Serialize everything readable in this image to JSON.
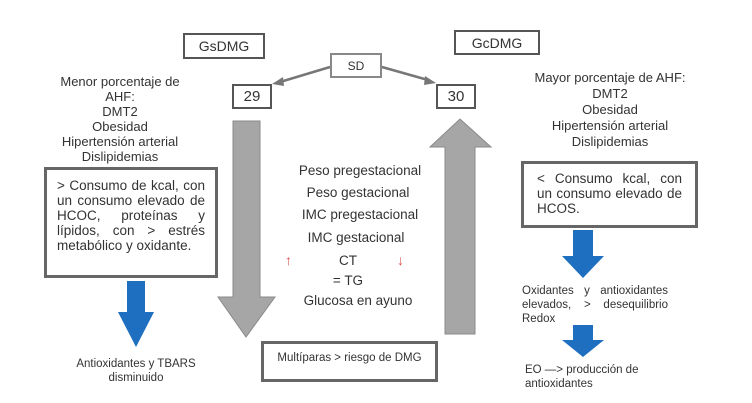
{
  "groups": {
    "left": {
      "title": "GsDMG",
      "count": "29"
    },
    "right": {
      "title": "GcDMG",
      "count": "30"
    },
    "center": {
      "label": "SD"
    }
  },
  "left_ahf": {
    "lines": [
      "Menor porcentaje de",
      "AHF:",
      "DMT2",
      "Obesidad",
      "Hipertensión arterial",
      "Dislipidemias"
    ]
  },
  "right_ahf": {
    "lines": [
      "Mayor porcentaje de AHF:",
      "DMT2",
      "Obesidad",
      "Hipertensión arterial",
      "Dislipidemias"
    ]
  },
  "left_box": {
    "text": "> Consumo de kcal, con un consumo elevado de HCOC, proteínas y lípidos, con > estrés metabólico y oxidante."
  },
  "right_box": {
    "text": "< Consumo kcal, con un consumo elevado de HCOS."
  },
  "center_list": {
    "items": [
      "Peso pregestacional",
      "Peso gestacional",
      "IMC pregestacional",
      "IMC gestacional",
      "CT",
      "= TG",
      "Glucosa en ayuno"
    ],
    "ct_up_symbol": "↑",
    "ct_down_symbol": "↓",
    "indicator_color": "#d9534f"
  },
  "bottom_box": {
    "text": "Multíparas > riesgo de DMG"
  },
  "left_result": {
    "lines": [
      "Antioxidantes y TBARS",
      "disminuido"
    ]
  },
  "right_result_1": {
    "text": "Oxidantes y antioxidantes elevados, > desequilibrio Redox"
  },
  "right_result_2": {
    "lines": [
      "EO —> producción de",
      "antioxidantes"
    ]
  },
  "colors": {
    "gray_arrow": "#a6a6a6",
    "blue_arrow": "#1f6fc0",
    "border": "#555555"
  }
}
